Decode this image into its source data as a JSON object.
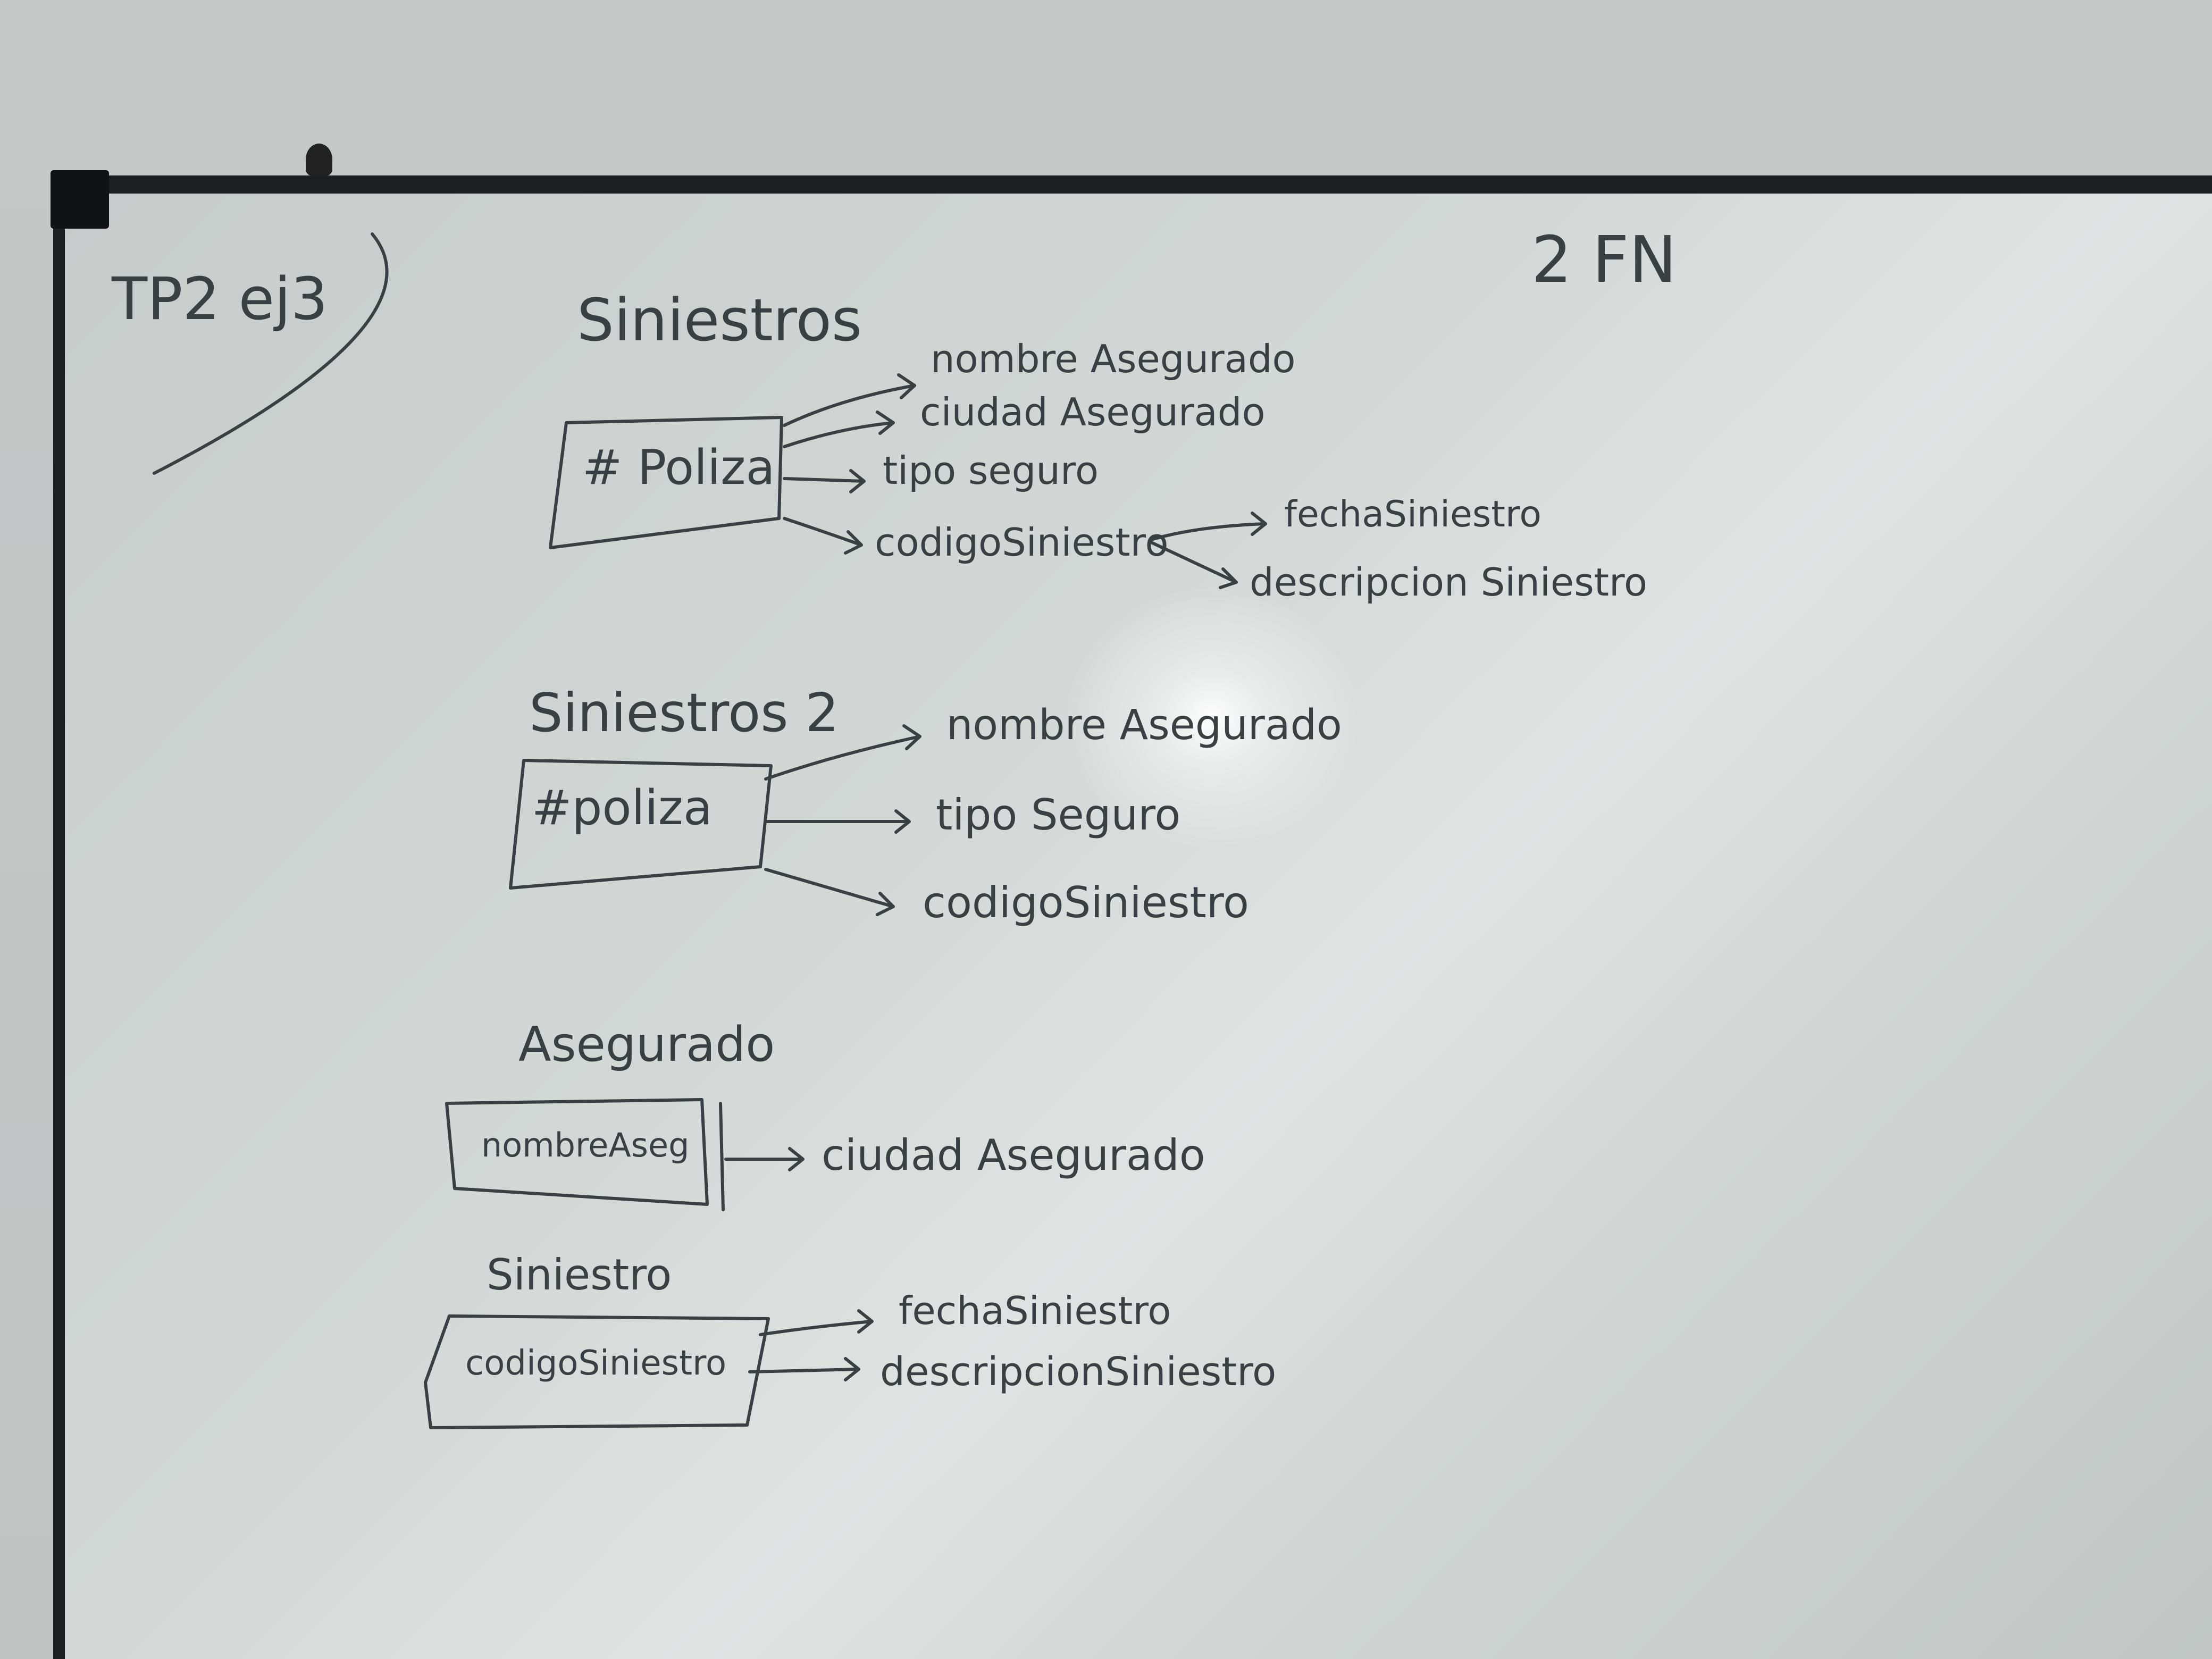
{
  "board": {
    "header": "TP2 ej3",
    "normal_form": "2 FN"
  },
  "tables": [
    {
      "name": "Siniestros",
      "key": "# Poliza",
      "attributes": [
        "nombre Asegurado",
        "ciudad Asegurado",
        "tipo seguro",
        "codigoSiniestro"
      ],
      "sub_attributes": [
        "fechaSiniestro",
        "descripcion Siniestro"
      ]
    },
    {
      "name": "Siniestros 2",
      "key": "#poliza",
      "attributes": [
        "nombre Asegurado",
        "tipo Seguro",
        "codigoSiniestro"
      ]
    },
    {
      "name": "Asegurado",
      "key": "nombreAseg",
      "attributes": [
        "ciudad Asegurado"
      ]
    },
    {
      "name": "Siniestro",
      "key": "codigoSiniestro",
      "attributes": [
        "fechaSiniestro",
        "descripcionSiniestro"
      ]
    }
  ]
}
